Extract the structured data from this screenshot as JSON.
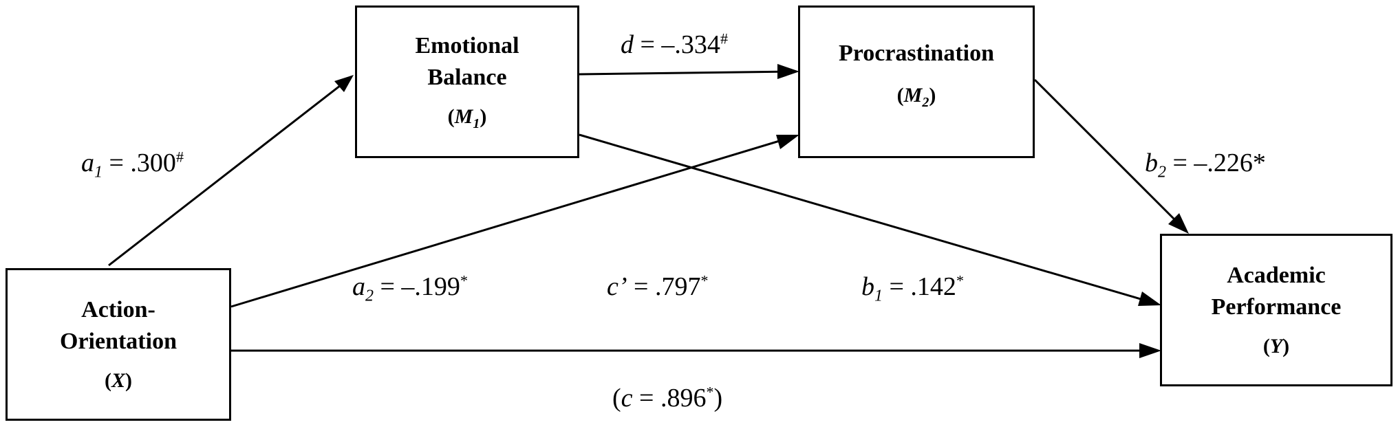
{
  "nodes": {
    "x": {
      "line1": "Action-",
      "line2": "Orientation",
      "sym_open": "(",
      "sym": "X",
      "sub": "",
      "sym_close": ")"
    },
    "m1": {
      "line1": "Emotional",
      "line2": "Balance",
      "sym_open": "(",
      "sym": "M",
      "sub": "1",
      "sym_close": ")"
    },
    "m2": {
      "line1": "Procrastination",
      "line2": "",
      "sym_open": "(",
      "sym": "M",
      "sub": "2",
      "sym_close": ")"
    },
    "y": {
      "line1": "Academic",
      "line2": "Performance",
      "sym_open": "(",
      "sym": "Y",
      "sub": "",
      "sym_close": ")"
    }
  },
  "paths": {
    "a1": {
      "coef": "a",
      "sub": "1",
      "eq": " = .300",
      "mark": "#"
    },
    "a2": {
      "coef": "a",
      "sub": "2",
      "eq": " = –.199",
      "mark": "*"
    },
    "d": {
      "coef": "d",
      "sub": "",
      "eq": " = –.334",
      "mark": "#"
    },
    "b1": {
      "coef": "b",
      "sub": "1",
      "eq": " = .142",
      "mark": "*"
    },
    "b2": {
      "coef": "b",
      "sub": "2",
      "eq": " = –.226*",
      "mark": ""
    },
    "c_prime": {
      "coef": "c’",
      "sub": "",
      "eq": " = .797",
      "mark": "*"
    },
    "c": {
      "open": "(",
      "coef": "c",
      "eq": " = .896",
      "mark": "*",
      "close": ")"
    }
  }
}
